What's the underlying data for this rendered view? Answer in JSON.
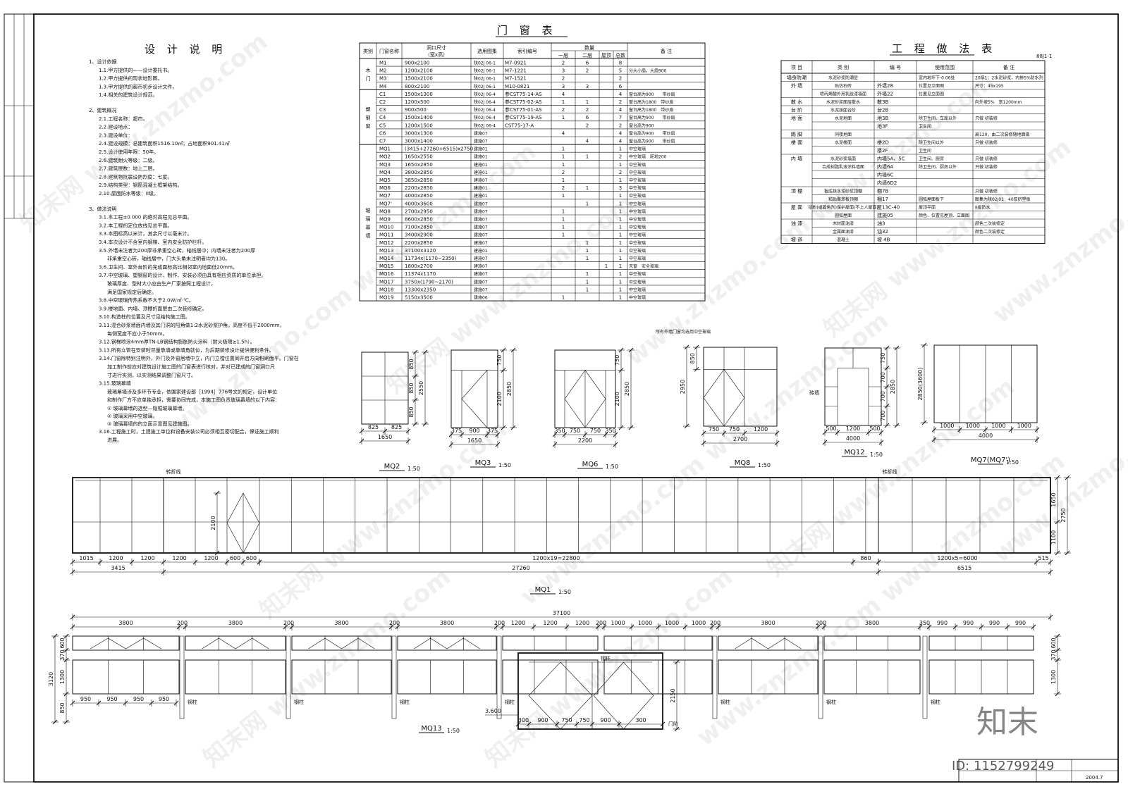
{
  "design_notes": {
    "title": "设 计 说 明",
    "lines": [
      "1、设计依据",
      "1.1.甲方提供的——设计委托书。",
      "1.2.甲方提供的现状地形图。",
      "1.3.甲方提供的超市初步设计文件。",
      "1.4.相关的建筑设计规范。",
      "2、建筑概况",
      "2.1.工程名称：超市。",
      "2.2.建设地点：",
      "2.3.建设单位：",
      "2.4.建设规模：总建筑面积1516.10㎡；占地面积901.41㎡",
      "2.5.设计使用年限：50年。",
      "2.6.建筑耐火等级：二级。",
      "2.7.建筑层数：地上二层。",
      "2.8.建筑物抗震设防烈度：七度。",
      "2.9.结构类型：钢筋混凝土框架结构。",
      "2.10.屋面防水等级：II级。",
      "3、做法说明",
      "3.1.本工程±0.000 的绝对高程见总平面。",
      "3.2.本工程的定位放线见总平面。",
      "3.3.本图标高以米计，其余尺寸以毫米计。",
      "3.4.本次设计不含室内钢梯、室内安全防护栏杆。",
      "3.5.外墙未注者为200厚非承重空心砖，轴线居中；内墙未注者为200厚",
      "非承重空心砖，轴线居中，门大头角未注明者均为130。",
      "3.6.卫生间、室外台阶的完成面标高比相邻室内地面低20mm。",
      "3.7.中空玻璃、塑钢窗的设计、制作、安装必须由具有相应资质的单位承担。",
      "玻璃厚度、型材大小应由生产厂家按照工程设计，",
      "满足国家规定后确定。",
      "3.8.中空玻璃传热系数不大于2.0W/㎡·℃。",
      "3.9.楼地面、内墙、顶棚的面层由二次装修确定。",
      "3.10.构造柱的位置及尺寸见结构施工图。",
      "3.11.混合砂浆墙面内墙及其门洞的阳角做1:2水泥砂浆护角，高度不低于2000mm，",
      "每侧宽度不应小于50mm。",
      "3.12.钢梯喷涂4mm厚TN-LB钢结构膨胀防火涂料（耐火极限≥1.5h）。",
      "3.13.所有立管在安装时尽量靠墙或靠墙角就位，为后期装修设计提供便利条件。",
      "3.14.门窗除特别注明外，外门及外窗居墙中立，内门立樘位置同开启方向粉刷面平。门窗在",
      "加工制作前应对建筑设计施工图的门窗表进行核对，并对已建成的门窗洞口尺",
      "寸进行实测，以实测结果调整门窗尺寸。",
      "3.15.玻璃幕墙",
      "玻璃幕墙涉及多环节专业，依国家建设部［1994］776号文的规定，设计单位",
      "和制作厂方不应单独承担，需要协同完成，本施工图负责玻璃幕墙的以下内容：",
      "① 玻璃幕墙的选型—隐框玻璃幕墙。",
      "② 玻璃采用中空玻璃。",
      "③ 玻璃幕墙的的立面示意图见建施图。",
      "3.16.工程施工时，土建施工单位和设备安装公司必须相互密切配合，保证施工顺利",
      "进展。"
    ]
  },
  "door_window_table": {
    "title": "门 窗 表",
    "headers": [
      "类别",
      "门窗名称",
      "洞口尺寸\n（宽x高）",
      "选用图集",
      "索引编号",
      "数量",
      "备 注"
    ],
    "qty_headers": [
      "一层",
      "二层",
      "屋顶",
      "总数"
    ],
    "groups": [
      "木门",
      "塑钢窗",
      "玻璃幕墙"
    ],
    "rows": [
      [
        "M1",
        "900x2100",
        "陕02J 06-1",
        "M7-0921",
        "2",
        "6",
        "",
        "8",
        ""
      ],
      [
        "M2",
        "1200x2100",
        "陕02J 06-1",
        "M7-1221",
        "3",
        "2",
        "",
        "5",
        "分大小扇，大扇900"
      ],
      [
        "M3",
        "1500x2100",
        "陕02J 06-1",
        "M7-1521",
        "2",
        "",
        "",
        "2",
        ""
      ],
      [
        "M4",
        "800x2100",
        "陕02J 06-1",
        "M10-0821",
        "3",
        "3",
        "",
        "6",
        ""
      ],
      [
        "C1",
        "1500x1300",
        "陕02J 06-4",
        "参CST75-14-AS",
        "4",
        "",
        "",
        "4",
        "窗台高为900　　带纱扇"
      ],
      [
        "C2",
        "1200x500",
        "陕02J 06-4",
        "参CST75-02-AS",
        "1",
        "1",
        "",
        "2",
        "窗台高为1800　带纱扇"
      ],
      [
        "C3",
        "900x500",
        "陕02J 06-4",
        "参CST75-01-AS",
        "2",
        "2",
        "",
        "4",
        "窗台高为1800　带纱扇"
      ],
      [
        "C4",
        "1500x1400",
        "陕02J 06-4",
        "参CST75-19-AS",
        "1",
        "6",
        "",
        "7",
        "窗台高为900　　带纱扇"
      ],
      [
        "C5",
        "1200x1500",
        "陕02J 06-4",
        "CST75-17-A",
        "",
        "2",
        "",
        "2",
        "窗台高为900"
      ],
      [
        "C6",
        "3000x1300",
        "建施07",
        "",
        "4",
        "",
        "",
        "4",
        "窗台高为900　　带纱扇"
      ],
      [
        "C7",
        "3000x1400",
        "建施07",
        "",
        "",
        "4",
        "",
        "4",
        "窗台高为900　　带纱扇"
      ],
      [
        "MQ1",
        "(3415+27260+6515)x2750",
        "建施01",
        "",
        "1",
        "",
        "",
        "1",
        "中空玻璃"
      ],
      [
        "MQ2",
        "1650x2550",
        "建施01",
        "",
        "1",
        "1",
        "",
        "2",
        "中空玻璃　距地200"
      ],
      [
        "MQ3",
        "1650x2850",
        "建施01",
        "",
        "1",
        "",
        "",
        "1",
        "中空玻璃"
      ],
      [
        "MQ4",
        "3800x2850",
        "建施01",
        "",
        "2",
        "",
        "",
        "2",
        "中空玻璃"
      ],
      [
        "MQ5",
        "3850x2850",
        "建施07",
        "",
        "1",
        "",
        "",
        "1",
        "中空玻璃"
      ],
      [
        "MQ6",
        "2200x2850",
        "建施01",
        "",
        "2",
        "1",
        "",
        "3",
        "中空玻璃"
      ],
      [
        "MQ7",
        "4000x2850",
        "建施01",
        "",
        "1",
        "",
        "",
        "1",
        "中空玻璃"
      ],
      [
        "MQ7'",
        "4000x3600",
        "建施07",
        "",
        "",
        "1",
        "",
        "1",
        "中空玻璃"
      ],
      [
        "MQ8",
        "2700x2950",
        "建施07",
        "",
        "1",
        "",
        "",
        "1",
        "中空玻璃"
      ],
      [
        "MQ9",
        "8600x2850",
        "建施07",
        "",
        "1",
        "",
        "",
        "1",
        "中空玻璃"
      ],
      [
        "MQ10",
        "7100x2850",
        "建施07",
        "",
        "1",
        "",
        "",
        "1",
        "中空玻璃"
      ],
      [
        "MQ11",
        "3400x2900",
        "建施07",
        "",
        "1",
        "",
        "",
        "1",
        "中空玻璃"
      ],
      [
        "MQ12",
        "2200x2850",
        "建施07",
        "",
        "",
        "1",
        "",
        "1",
        "中空玻璃"
      ],
      [
        "MQ13",
        "37100x3120",
        "建施01",
        "",
        "",
        "1",
        "",
        "1",
        "中空玻璃"
      ],
      [
        "MQ14",
        "11734x(1170~2350)",
        "建施07",
        "",
        "",
        "1",
        "",
        "1",
        "中空玻璃"
      ],
      [
        "MQ15",
        "1800x2700",
        "建施07",
        "",
        "",
        "",
        "1",
        "1",
        "天窗　安全玻璃"
      ],
      [
        "MQ16",
        "11374x1170",
        "建施07",
        "",
        "",
        "1",
        "",
        "1",
        "中空玻璃"
      ],
      [
        "MQ17",
        "3750x(1790~2170)",
        "建施07",
        "",
        "",
        "1",
        "",
        "1",
        "中空玻璃"
      ],
      [
        "MQ18",
        "13300x2350",
        "建施07",
        "",
        "",
        "1",
        "",
        "1",
        "中空玻璃"
      ],
      [
        "MQ19",
        "5150x3500",
        "建施06",
        "",
        "1",
        "",
        "",
        "1",
        "中空玻璃"
      ]
    ],
    "footnote": "所有外墙门窗均选用中空玻璃"
  },
  "practice_table": {
    "title": "工 程 做 法 表",
    "ref": "88J1-1",
    "headers": [
      "项 目",
      "类 别",
      "编 号",
      "使用范围",
      "备 注"
    ],
    "rows": [
      [
        "墙身防潮",
        "水泥砂浆防潮层",
        "",
        "室内地坪下-0.06处",
        "20厚1：2水泥砂浆，内掺5%防水剂"
      ],
      [
        "外 墙",
        "贴仿石砖",
        "外墙28",
        "位置见立面图",
        "尺寸：45x195"
      ],
      [
        "",
        "喷丙烯酸外用乳胶漆墙面",
        "外墙22",
        "位置见立面图",
        ""
      ],
      [
        "散 水",
        "水泥砂浆面层散水",
        "散3B",
        "",
        "向外坡5%　宽1200mm"
      ],
      [
        "台 阶",
        "水泥抹面台阶",
        "台2B",
        "",
        ""
      ],
      [
        "地 面",
        "水泥地面",
        "地3B",
        "除卫生间、车库以外",
        "只做 初装修"
      ],
      [
        "",
        "",
        "地3F",
        "卫生间",
        ""
      ],
      [
        "踢 脚",
        "同楼地面",
        "",
        "",
        "高120，由二次装修随地面做"
      ],
      [
        "楼 面",
        "水泥楼面",
        "楼2D",
        "除卫生间以外",
        "只做 初装修"
      ],
      [
        "",
        "",
        "楼2F",
        "卫生间",
        ""
      ],
      [
        "内 墙",
        "水泥砂浆墙面",
        "内墙5A、5C",
        "卫生间、厨房",
        "只做 初装修"
      ],
      [
        "",
        "合成树脂乳液涂料墙面",
        "内墙6A",
        "除卫生间、厨房以外",
        "只做 初装修"
      ],
      [
        "",
        "",
        "内墙6C",
        "",
        ""
      ],
      [
        "",
        "",
        "内墙6D2",
        "",
        ""
      ],
      [
        "顶 棚",
        "板底抹水泥砂浆顶棚",
        "棚7B",
        "",
        "只做 初装修"
      ],
      [
        "",
        "粘贴聚苯板顶棚",
        "棚17",
        "圆弧屋面板下",
        "图集为陕02J01　40厚挤塑板"
      ],
      [
        "屋 面",
        "铝粉(或着色剂)保护屋面(不上人屋面)",
        "屋13C-40",
        "屋顶平面",
        "II级防水"
      ],
      [
        "",
        "圆弧屋面",
        "建施05",
        "颜色、位置见屋顶、立面图",
        ""
      ],
      [
        "油 漆",
        "木材面油漆",
        "油3",
        "",
        "颜色二次装修定"
      ],
      [
        "",
        "金属面油漆",
        "油32",
        "",
        "颜色二次装修定"
      ],
      [
        "坡 道",
        "混凝土",
        "坡 4B",
        "",
        ""
      ]
    ]
  },
  "elevations": {
    "scale": "1:50",
    "mq2": {
      "label": "MQ2",
      "dims": [
        "850",
        "850",
        "850",
        "2550",
        "825",
        "825",
        "1650"
      ]
    },
    "mq3": {
      "label": "MQ3",
      "dims": [
        "750",
        "2100",
        "2850",
        "375",
        "900",
        "375",
        "1650"
      ]
    },
    "mq6": {
      "label": "MQ6",
      "dims": [
        "750",
        "2100",
        "2850",
        "350",
        "750",
        "750",
        "350",
        "2200"
      ]
    },
    "mq8": {
      "label": "MQ8",
      "dims": [
        "850",
        "2950",
        "750",
        "750",
        "1200",
        "2700"
      ]
    },
    "mq12": {
      "label": "MQ12",
      "dims": [
        "750",
        "700",
        "700",
        "700",
        "2850",
        "500",
        "1200",
        "500",
        "4000"
      ],
      "note": "砖墙"
    },
    "mq7": {
      "label": "MQ7(MQ7')",
      "dims": [
        "2850(3600)",
        "1000",
        "1000",
        "1000",
        "1000",
        "4000"
      ]
    }
  },
  "mq1": {
    "label": "MQ1",
    "break_line": "转折线",
    "dims_top": [
      "1015",
      "1200",
      "1200",
      "1200",
      "1200",
      "600",
      "600",
      "1200x19=22800",
      "860",
      "1200x5=6000",
      "515"
    ],
    "dims_bottom": [
      "3415",
      "27260",
      "6515"
    ],
    "door_height": "2100",
    "right_dims": [
      "1650",
      "1100",
      "2750"
    ]
  },
  "mq13": {
    "label": "MQ13",
    "total": "37100",
    "dims_top": [
      "3800",
      "200",
      "3800",
      "200",
      "3800",
      "200",
      "3800",
      "200",
      "1200",
      "1200",
      "1200",
      "200",
      "1000",
      "1000",
      "1000",
      "1000",
      "200",
      "3800",
      "200",
      "3800",
      "350",
      "990",
      "990",
      "990",
      "990",
      "990"
    ],
    "left_dims": [
      "600",
      "370",
      "1300",
      "850",
      "3120"
    ],
    "right_dims": [
      "600",
      "370",
      "1300"
    ],
    "bottom_dims": [
      "950",
      "950",
      "950",
      "950"
    ],
    "door_dims": [
      "300",
      "900",
      "750",
      "750",
      "900",
      "300"
    ],
    "door_h": "2150",
    "column_label": "钢柱",
    "step_label": "门阶",
    "level": "3.600"
  },
  "title_block": {
    "date": "2004.7"
  },
  "watermark": {
    "brand": "知末",
    "id": "ID: 1152799249",
    "site": "www.znzmo.com",
    "cn": "知末网"
  }
}
